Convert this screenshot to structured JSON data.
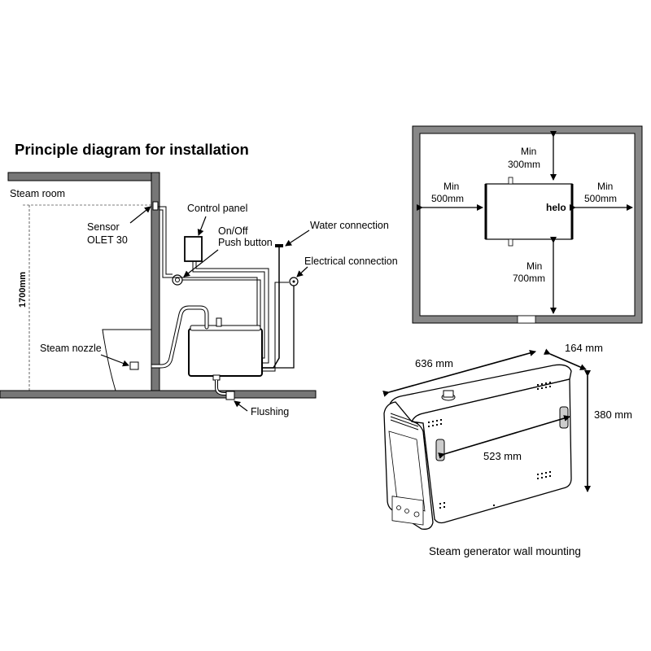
{
  "title": "Principle diagram for installation",
  "left": {
    "steam_room": "Steam room",
    "sensor_line1": "Sensor",
    "sensor_line2": "OLET 30",
    "height": "1700mm",
    "control_panel": "Control panel",
    "onoff_line1": "On/Off",
    "onoff_line2": "Push button",
    "water_connection": "Water connection",
    "electrical_connection": "Electrical connection",
    "steam_nozzle": "Steam nozzle",
    "flushing": "Flushing"
  },
  "clearance": {
    "top_min": "Min",
    "top_val": "300mm",
    "left_min": "Min",
    "left_val": "500mm",
    "right_min": "Min",
    "right_val": "500mm",
    "bottom_min": "Min",
    "bottom_val": "700mm",
    "brand": "helo"
  },
  "unit": {
    "width": "636 mm",
    "depth": "164 mm",
    "height": "380 mm",
    "mount": "523 mm",
    "caption": "Steam generator wall mounting"
  }
}
